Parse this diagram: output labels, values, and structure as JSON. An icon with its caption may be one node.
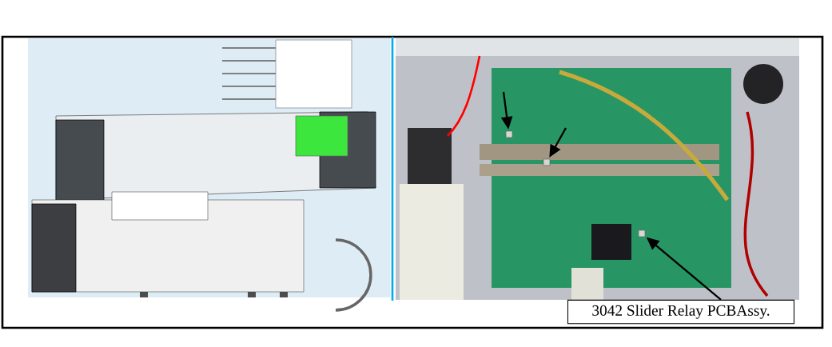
{
  "diagram": {
    "nodes": [
      {
        "text": [
          "3042 Slider Relay PCBAssy."
        ]
      },
      {
        "text": [],
        "shape": "box"
      },
      {
        "text": [],
        "shape": "box"
      },
      {
        "text": [],
        "shape": "box"
      }
    ],
    "edges": [
      {
        "from": 0,
        "to": 1,
        "arrow": "to"
      },
      {
        "from": null,
        "to": 2,
        "arrow": "to"
      },
      {
        "from": null,
        "to": 3,
        "arrow": "to"
      }
    ]
  }
}
